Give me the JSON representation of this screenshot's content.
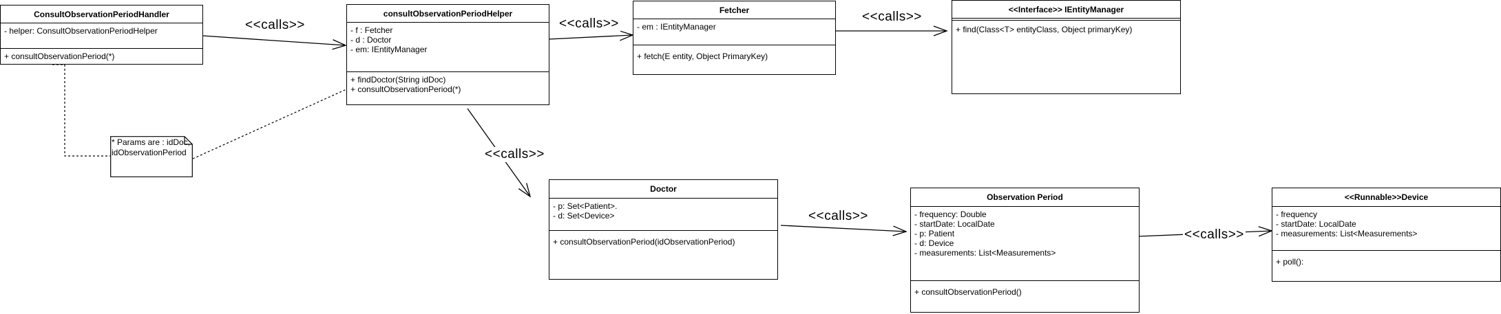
{
  "classes": {
    "handler": {
      "name": "ConsultObservationPeriodHandler",
      "attributes": [
        "- helper: ConsultObservationPeriodHelper"
      ],
      "methods": [
        "+ consultObservationPeriod(*)"
      ]
    },
    "helper": {
      "name": "consultObservationPeriodHelper",
      "attributes": [
        "- f : Fetcher",
        "- d : Doctor",
        "- em: IEntityManager"
      ],
      "methods": [
        "+ findDoctor(String idDoc)",
        "+ consultObservationPeriod(*)"
      ]
    },
    "fetcher": {
      "name": "Fetcher",
      "attributes": [
        "- em : IEntityManager"
      ],
      "methods": [
        "+ fetch(E entity, Object PrimaryKey)"
      ]
    },
    "entity_manager": {
      "name": "<<Interface>> IEntityManager",
      "attributes": [],
      "methods": [
        "+ find(Class<T> entityClass, Object primaryKey)"
      ]
    },
    "doctor": {
      "name": "Doctor",
      "attributes": [
        "- p: Set<Patient>.",
        "- d: Set<Device>"
      ],
      "methods": [
        "+ consultObservationPeriod(idObservationPeriod)"
      ]
    },
    "observation_period": {
      "name": "Observation Period",
      "attributes": [
        "- frequency: Double",
        "- startDate: LocalDate",
        "- p: Patient",
        "- d: Device",
        "- measurements: List<Measurements>"
      ],
      "methods": [
        "+ consultObservationPeriod()"
      ]
    },
    "device": {
      "name": "<<Runnable>>Device",
      "attributes": [
        "- frequency",
        "- startDate: LocalDate",
        "- measurements: List<Measurements>"
      ],
      "methods": [
        "+ poll():"
      ]
    }
  },
  "note": {
    "lines": [
      "* Params are : idDoc,",
      "idObservationPeriod"
    ]
  },
  "relations": {
    "handler_helper": "<<calls>>",
    "helper_fetcher": "<<calls>>",
    "fetcher_entity_manager": "<<calls>>",
    "helper_doctor": "<<calls>>",
    "doctor_observation_period": "<<calls>>",
    "observation_period_device": "<<calls>>"
  }
}
